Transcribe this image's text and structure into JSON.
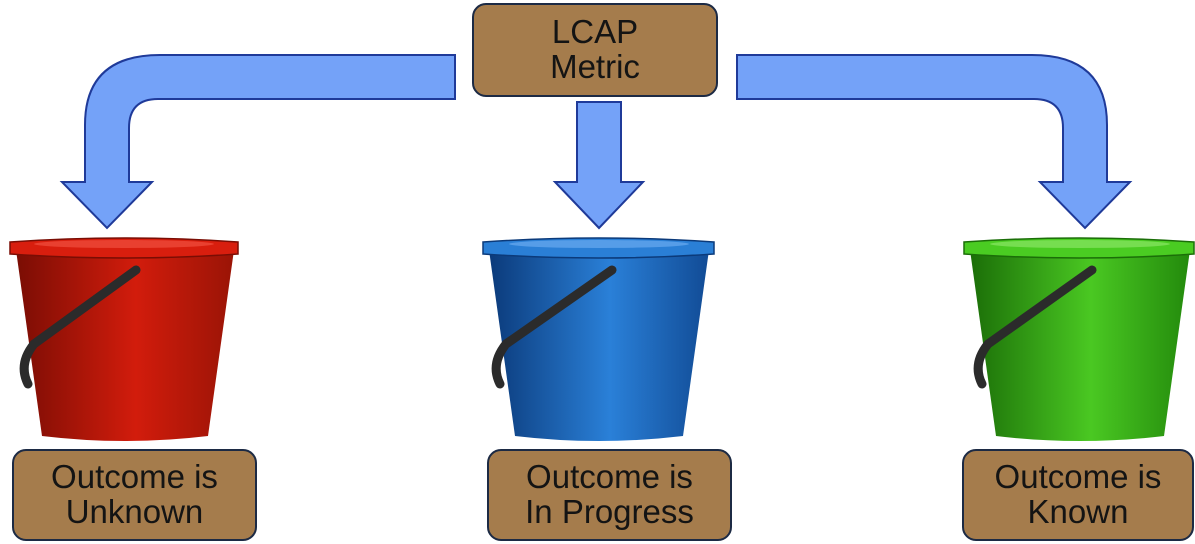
{
  "source": {
    "lines": [
      "LCAP",
      "Metric"
    ]
  },
  "buckets": [
    {
      "color": "red",
      "body": "#c4190c",
      "body_dark": "#7a0d04",
      "rim": "#d81e0e",
      "label_lines": [
        "Outcome is",
        "Unknown"
      ]
    },
    {
      "color": "blue",
      "body": "#1f6fc6",
      "body_dark": "#0b3a7a",
      "rim": "#2a7fd6",
      "label_lines": [
        "Outcome is",
        "In Progress"
      ]
    },
    {
      "color": "green",
      "body": "#3cb91c",
      "body_dark": "#1b6e08",
      "rim": "#4acc22",
      "label_lines": [
        "Outcome is",
        "Known"
      ]
    }
  ],
  "colors": {
    "arrow_fill": "#74a2f8",
    "arrow_stroke": "#1f3a99",
    "box_fill": "#a57c4c",
    "box_border": "#1c2a44",
    "handle": "#2b2b2b"
  }
}
